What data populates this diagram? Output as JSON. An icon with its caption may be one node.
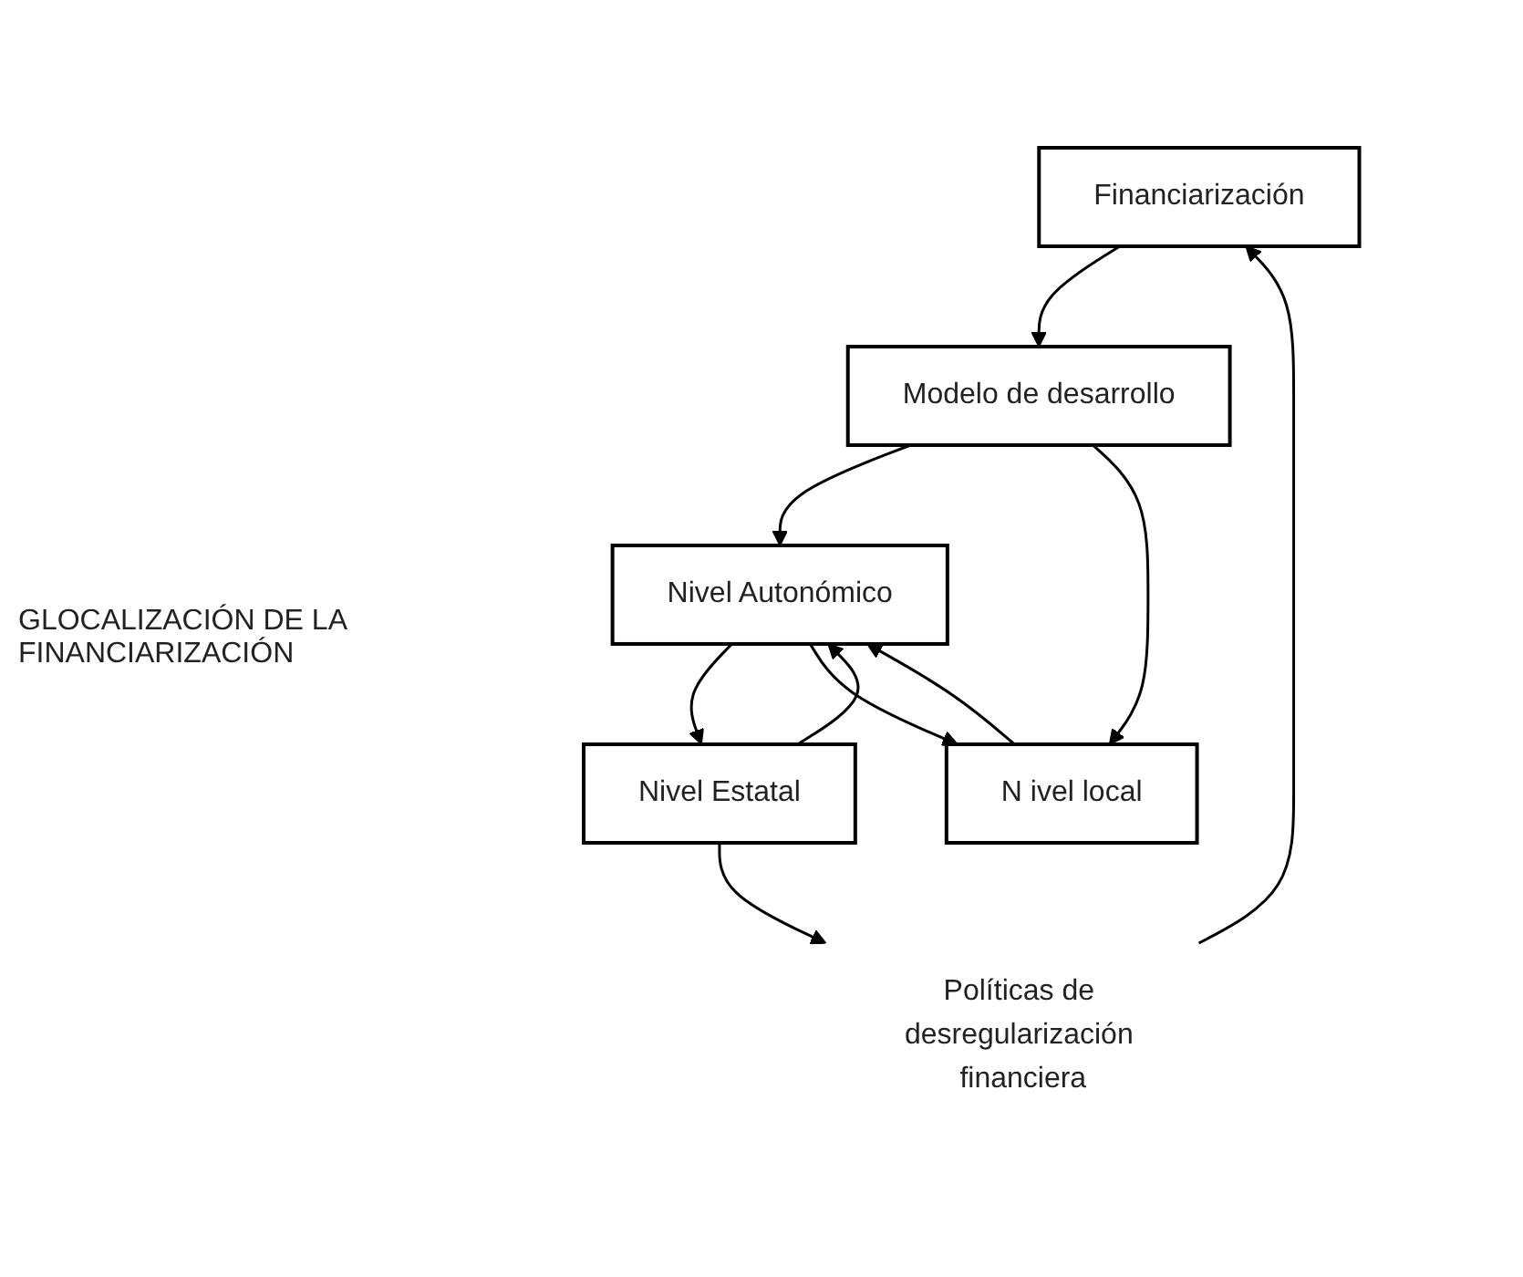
{
  "diagram": {
    "nodes": [
      {
        "text": [
          "Financiarización"
        ]
      },
      {
        "text": [
          "Políticas de desregularización financiera"
        ]
      },
      {
        "text": [
          "Nivel Estatal"
        ]
      },
      {
        "text": [
          "Nivel Autonómico"
        ]
      },
      {
        "text": [
          "Modelo de desarrollo"
        ]
      },
      {
        "text": [
          "N ivel local"
        ]
      }
    ],
    "edges": [
      {
        "from": 1,
        "to": 0,
        "arrow": "to"
      },
      {
        "from": 2,
        "to": 1,
        "arrow": "to"
      },
      {
        "from": 0,
        "to": 4,
        "arrow": "to"
      },
      {
        "from": 3,
        "to": 2,
        "arrow": "to"
      },
      {
        "from": 2,
        "to": 3,
        "arrow": "to"
      },
      {
        "from": 4,
        "to": 3,
        "arrow": "to"
      },
      {
        "from": 4,
        "to": 5,
        "arrow": "to"
      },
      {
        "from": 3,
        "to": 5,
        "arrow": "to"
      },
      {
        "from": 5,
        "to": 3,
        "arrow": "to"
      }
    ],
    "labels": [
      "GLOCALIZACIÓN DE LA FINANCIARIZACIÓN"
    ]
  }
}
